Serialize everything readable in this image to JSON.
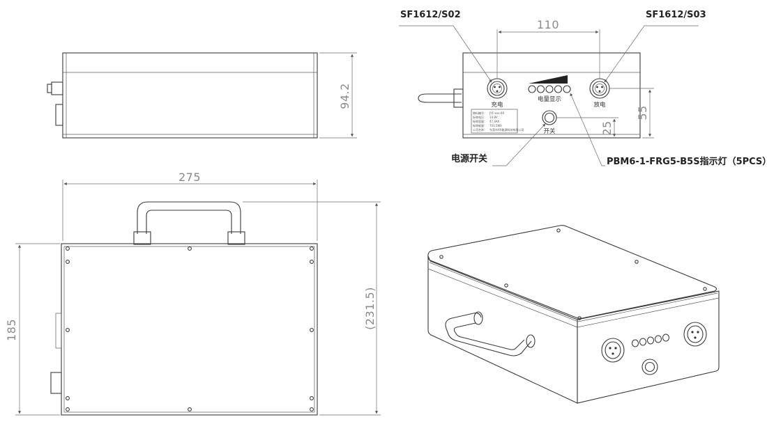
{
  "dimensions": {
    "top_width": "110",
    "side_height": "94.2",
    "front_width": "275",
    "front_height": "185",
    "overall_height": "(231.5)",
    "switch_height": "25",
    "connector_height": "55"
  },
  "callouts": {
    "charge_connector": "SF1612/S02",
    "discharge_connector": "SF1612/S03",
    "power_switch": "电源开关",
    "indicator": "PBM6-1-FRG5-B5S指示灯（5PCS）"
  },
  "panel_labels": {
    "charge": "充电",
    "battery_display": "电量显示",
    "discharge": "放电",
    "switch": "开关"
  },
  "nameplate": {
    "row1_label": "物料编号：",
    "row1_value": "JYF-xxx-00",
    "row2_label": "标称电压：",
    "row2_value": "14.8V",
    "row3_label": "标称容量：",
    "row3_value": "47.4Ah",
    "row4_label": "标称能量：",
    "row4_value": "701.5Wh",
    "row5_label": "公司名称：",
    "row5_value": "东莞市XX能源科技有限公司"
  }
}
